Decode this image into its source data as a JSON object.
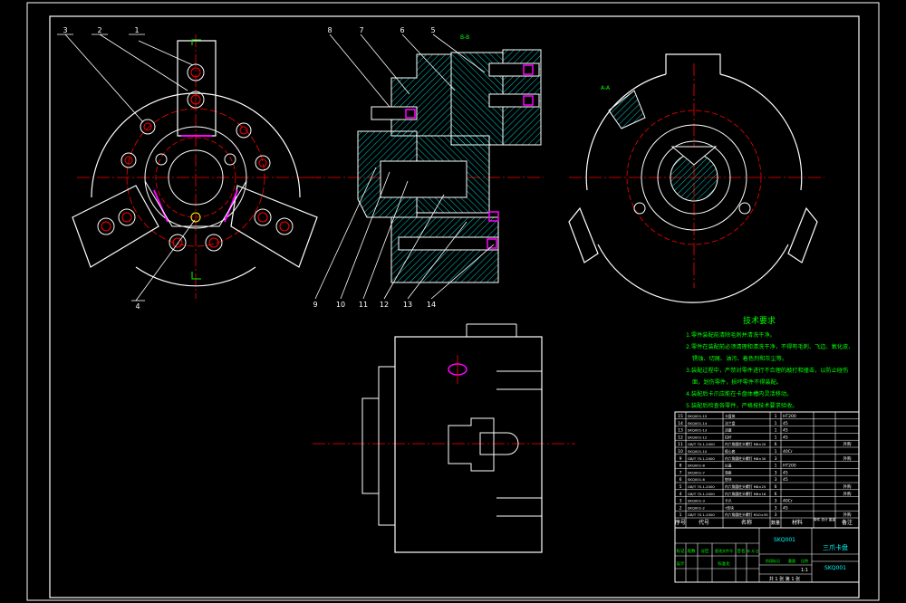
{
  "colors": {
    "background": "#000000",
    "outline": "#ffffff",
    "center_line": "#ff0000",
    "hatch": "#00ffff",
    "highlight": "#ff00ff",
    "notes": "#00ff00",
    "bolt": "#ffff00"
  },
  "balloons": {
    "front_view": [
      "3",
      "2",
      "1",
      "4"
    ],
    "section_top": [
      "8",
      "7",
      "6",
      "5"
    ],
    "section_bottom": [
      "9",
      "10",
      "11",
      "12",
      "13",
      "14"
    ]
  },
  "view_labels": {
    "section_marker": "B-B",
    "right_view_marker": "A-A"
  },
  "tech_req": {
    "title": "技术要求",
    "lines": [
      "1.零件装配前清除毛刺并清洗干净。",
      "2.零件在装配前必须清理和清洗干净，不得有毛刺、飞边、氧化皮、",
      "锈蚀、切屑、油污、着色剂和灰尘等。",
      "3.装配过程中，严禁对零件进行不合理的敲打和撞击，以防止碰伤",
      "面，划伤零件，损坏零件不得装配。",
      "4.装配后卡爪应能在卡盘体槽内灵活移动。",
      "5.装配后检查各零件，严格按技术要求验收。"
    ]
  },
  "bom_header": {
    "seq": "序号",
    "code": "代号",
    "name": "名称",
    "qty": "数量",
    "material": "材料",
    "weight": "单件 总计 重量",
    "remark": "备注"
  },
  "bom_rows": [
    {
      "seq": "15",
      "code": "SKQ001-15",
      "name": "卡盘体",
      "qty": "1",
      "material": "HT200",
      "remark": ""
    },
    {
      "seq": "14",
      "code": "SKQ001-14",
      "name": "法兰盘",
      "qty": "1",
      "material": "45",
      "remark": ""
    },
    {
      "seq": "13",
      "code": "SKQ001-13",
      "name": "活塞",
      "qty": "1",
      "material": "45",
      "remark": ""
    },
    {
      "seq": "12",
      "code": "SKQ001-12",
      "name": "拉杆",
      "qty": "1",
      "material": "45",
      "remark": ""
    },
    {
      "seq": "11",
      "code": "GB/T 70.1-2000",
      "name": "内六角圆柱头螺钉 M6×20",
      "qty": "6",
      "material": "",
      "remark": "外购"
    },
    {
      "seq": "10",
      "code": "SKQ001-10",
      "name": "楔心套",
      "qty": "1",
      "material": "40Cr",
      "remark": ""
    },
    {
      "seq": "9",
      "code": "GB/T 70.1-2000",
      "name": "内六角圆柱头螺钉 M8×30",
      "qty": "3",
      "material": "",
      "remark": "外购"
    },
    {
      "seq": "8",
      "code": "SKQ001-8",
      "name": "后盖",
      "qty": "1",
      "material": "HT200",
      "remark": ""
    },
    {
      "seq": "7",
      "code": "SKQ001-7",
      "name": "滑座",
      "qty": "3",
      "material": "45",
      "remark": ""
    },
    {
      "seq": "6",
      "code": "SKQ001-6",
      "name": "垫块",
      "qty": "3",
      "material": "45",
      "remark": ""
    },
    {
      "seq": "5",
      "code": "GB/T 70.1-2000",
      "name": "内六角圆柱头螺钉 M8×25",
      "qty": "6",
      "material": "",
      "remark": "外购"
    },
    {
      "seq": "4",
      "code": "GB/T 70.1-2000",
      "name": "内六角圆柱头螺钉 M6×16",
      "qty": "6",
      "material": "",
      "remark": "外购"
    },
    {
      "seq": "3",
      "code": "SKQ001-3",
      "name": "卡爪",
      "qty": "3",
      "material": "40Cr",
      "remark": ""
    },
    {
      "seq": "2",
      "code": "SKQ001-2",
      "name": "T形块",
      "qty": "3",
      "material": "45",
      "remark": ""
    },
    {
      "seq": "1",
      "code": "GB/T 70.1-2000",
      "name": "内六角圆柱头螺钉 M10×35",
      "qty": "3",
      "material": "",
      "remark": "外购"
    }
  ],
  "title_block": {
    "code": "SKQ001",
    "drawing_name": "三爪卡盘",
    "drawing_code": "SKQ001",
    "labels": [
      "标记",
      "处数",
      "分区",
      "更改文件号",
      "签名",
      "年 月 日"
    ],
    "labels2": [
      "设计",
      "标准化",
      "阶段标记",
      "重量",
      "比例"
    ],
    "sheet": "共 1 张  第 1 张",
    "scale": "1:1"
  }
}
